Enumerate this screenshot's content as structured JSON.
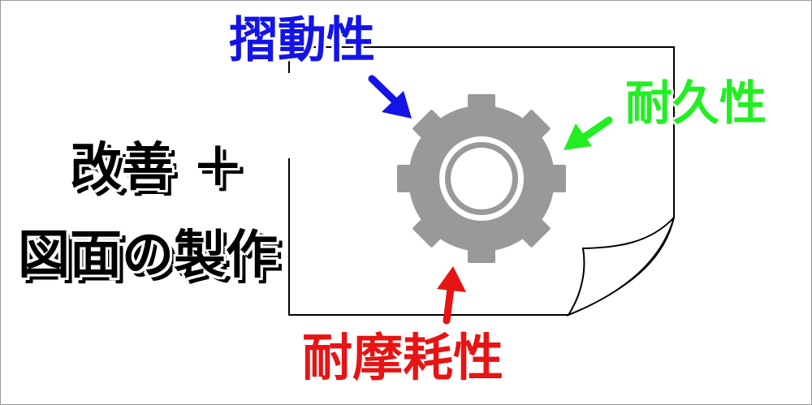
{
  "labels": {
    "sliding": "摺動性",
    "durability": "耐久性",
    "wear_resistance": "耐摩耗性",
    "title_line1": "改善 ＋",
    "title_line2": "図面の製作"
  },
  "colors": {
    "sliding": "#1414e6",
    "durability": "#22ee22",
    "wear_resistance": "#e61414",
    "gear": "#999999",
    "title": "#000000"
  },
  "icons": {
    "center": "gear-icon",
    "background": "curled-paper-icon"
  }
}
